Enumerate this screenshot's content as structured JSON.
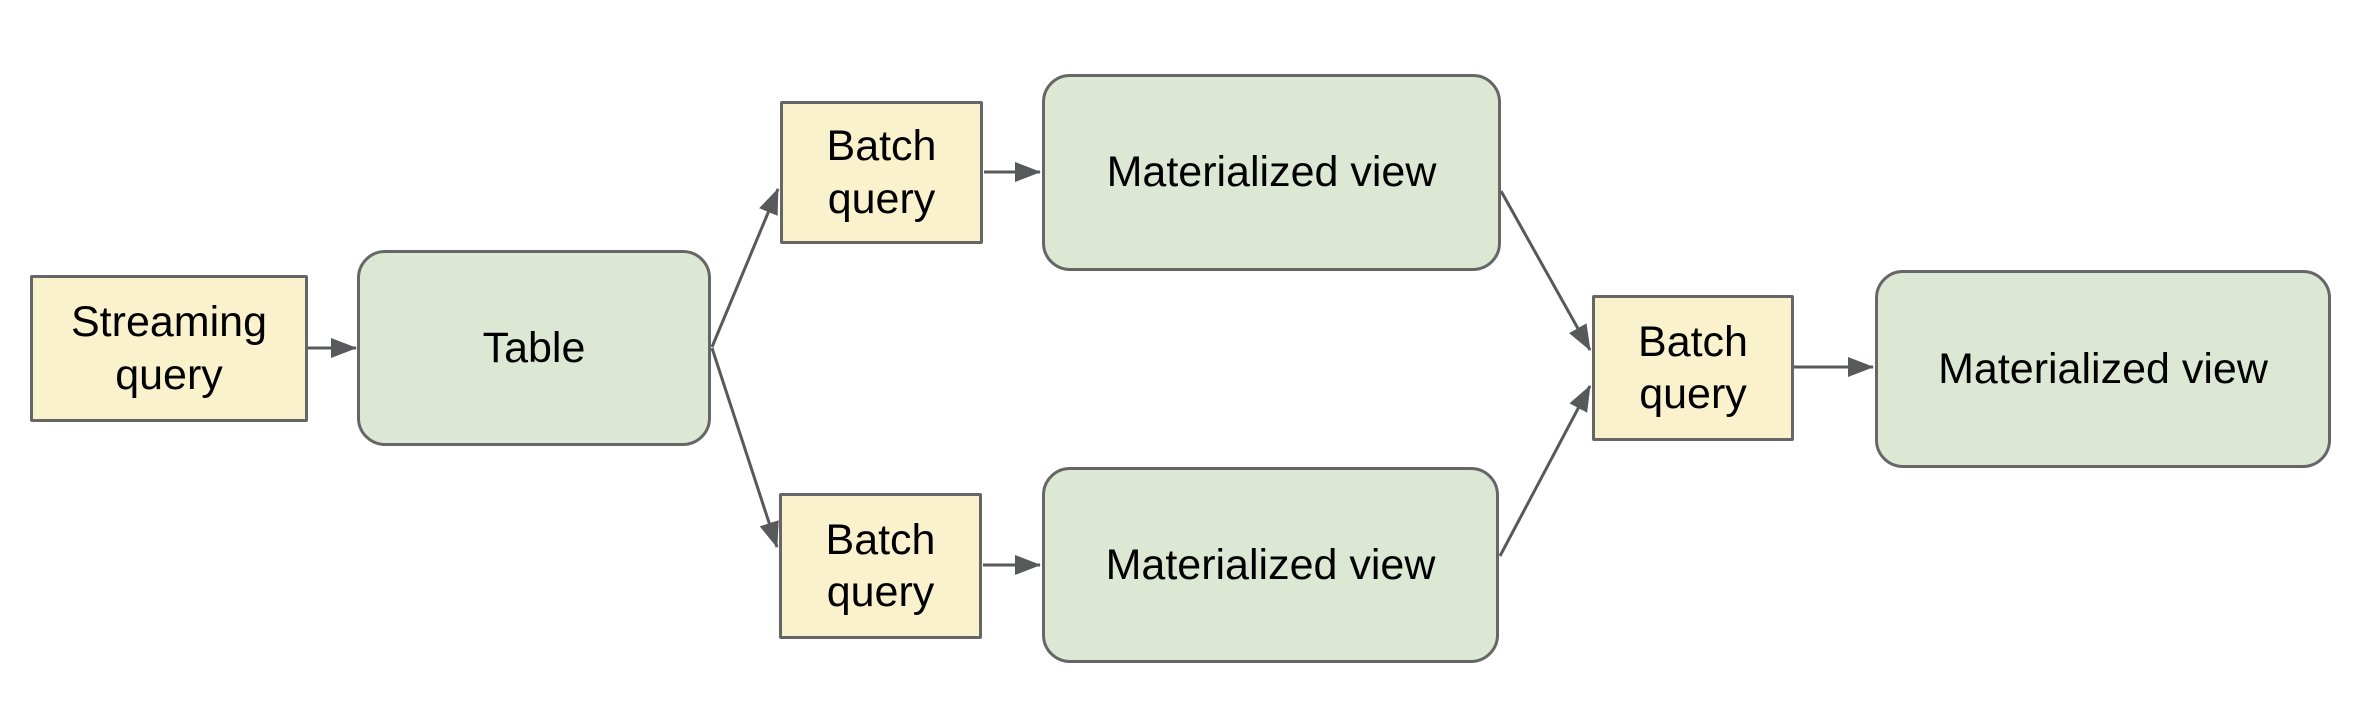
{
  "diagram": {
    "nodes": [
      {
        "id": "streaming-query",
        "label": "Streaming query",
        "kind": "query"
      },
      {
        "id": "table",
        "label": "Table",
        "kind": "dataset"
      },
      {
        "id": "batch-query-top",
        "label": "Batch query",
        "kind": "query"
      },
      {
        "id": "materialized-view-top",
        "label": "Materialized view",
        "kind": "dataset"
      },
      {
        "id": "batch-query-bottom",
        "label": "Batch query",
        "kind": "query"
      },
      {
        "id": "materialized-view-bottom",
        "label": "Materialized view",
        "kind": "dataset"
      },
      {
        "id": "batch-query-right",
        "label": "Batch query",
        "kind": "query"
      },
      {
        "id": "materialized-view-right",
        "label": "Materialized view",
        "kind": "dataset"
      }
    ],
    "edges": [
      {
        "from": "streaming-query",
        "to": "table"
      },
      {
        "from": "table",
        "to": "batch-query-top"
      },
      {
        "from": "table",
        "to": "batch-query-bottom"
      },
      {
        "from": "batch-query-top",
        "to": "materialized-view-top"
      },
      {
        "from": "batch-query-bottom",
        "to": "materialized-view-bottom"
      },
      {
        "from": "materialized-view-top",
        "to": "batch-query-right"
      },
      {
        "from": "materialized-view-bottom",
        "to": "batch-query-right"
      },
      {
        "from": "batch-query-right",
        "to": "materialized-view-right"
      }
    ]
  },
  "colors": {
    "background": "#ffffff",
    "query-fill": "#faf1cd",
    "table-fill": "#dce8d3",
    "node-border": "#666666",
    "arrow": "#58595b",
    "text": "#000000"
  }
}
